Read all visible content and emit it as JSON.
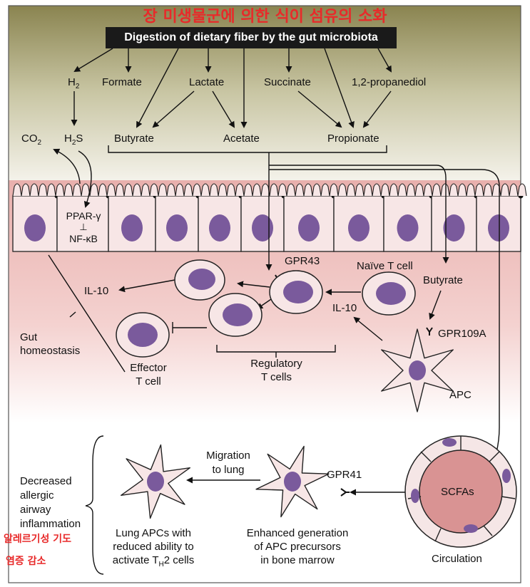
{
  "title_korean": "장 미생물군에 의한 식이 섬유의 소화",
  "title_english": "Digestion of dietary fiber by the gut microbiota",
  "metabolites": {
    "h2": "H2",
    "formate": "Formate",
    "lactate": "Lactate",
    "succinate": "Succinate",
    "propanediol": "1,2-propanediol",
    "co2": "CO2",
    "h2s": "H2S",
    "butyrate": "Butyrate",
    "acetate": "Acetate",
    "propionate": "Propionate"
  },
  "epithelium": {
    "ppar": "PPAR-γ",
    "inhibit": "⊥",
    "nfkb": "NF-κB"
  },
  "lamina": {
    "gpr43": "GPR43",
    "naive": "Naïve T cell",
    "butyrate2": "Butyrate",
    "il10_left": "IL-10",
    "il10_mid": "IL-10",
    "gpr109a": "GPR109A",
    "gut_homeostasis": [
      "Gut",
      "homeostasis"
    ],
    "effector": [
      "Effector",
      "T cell"
    ],
    "regulatory": [
      "Regulatory",
      "T cells"
    ],
    "apc": "APC"
  },
  "lower": {
    "decreased": [
      "Decreased",
      "allergic",
      "airway",
      "inflammation"
    ],
    "decreased_ko": [
      "알레르기성 기도",
      "염증 감소"
    ],
    "migration": [
      "Migration",
      "to lung"
    ],
    "gpr41": "GPR41",
    "lung_apcs": [
      "Lung APCs with",
      "reduced ability to",
      "activate TH2 cells"
    ],
    "enhanced": [
      "Enhanced generation",
      "of APC precursors",
      "in bone marrow"
    ],
    "scfas": "SCFAs",
    "circulation": "Circulation"
  },
  "colors": {
    "nucleus": "#7a5a9c",
    "cell": "#f7e6e6",
    "title_red": "#e82a2a",
    "vessel": "#d99393"
  }
}
